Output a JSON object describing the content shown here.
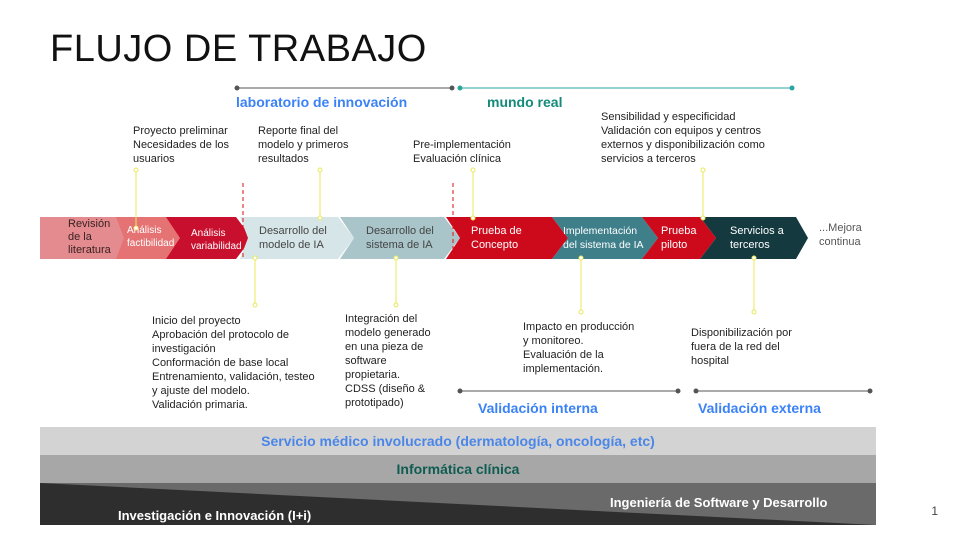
{
  "title": "FLUJO DE TRABAJO",
  "zones": {
    "lab": "laboratorio de innovación",
    "real": "mundo real"
  },
  "steps": [
    {
      "label": "Revisión\nde la\nliteratura",
      "color": "#e38b8f"
    },
    {
      "label": "Análisis\nfactibilidad",
      "color": "#e57373"
    },
    {
      "label": "Análisis\nvariabilidad",
      "color": "#c8102e"
    },
    {
      "label": "Desarrollo del\nmodelo de IA",
      "color": "#d6e6e8"
    },
    {
      "label": "Desarrollo del\nsistema de IA",
      "color": "#a9c5c9"
    },
    {
      "label": "Prueba de\nConcepto",
      "color": "#cc0a1c"
    },
    {
      "label": "Implementación\ndel sistema de IA",
      "color": "#3f7f8a"
    },
    {
      "label": "Prueba\npiloto",
      "color": "#cc0a1c"
    },
    {
      "label": "Servicios a\nterceros",
      "color": "#143a40"
    }
  ],
  "continue_label": "...Mejora\ncontinua",
  "notes_top": {
    "proyecto": "Proyecto preliminar\nNecesidades de los\nusuarios",
    "reporte": "Reporte final del\nmodelo y primeros\nresultados",
    "preimpl": "Pre-implementación\nEvaluación clínica",
    "sensibilidad": "Sensibilidad y especificidad\nValidación con equipos y centros\nexternos y disponibilización como\nservicios a terceros"
  },
  "notes_bottom": {
    "inicio": "Inicio del proyecto\nAprobación del protocolo de\ninvestigación\nConformación de base local\nEntrenamiento, validación, testeo\ny ajuste del modelo.\nValidación primaria.",
    "integracion": "Integración del\nmodelo generado\nen una pieza de\nsoftware\npropietaria.\nCDSS (diseño &\nprototipado)",
    "impacto": "Impacto en producción\ny monitoreo.\nEvaluación de la\nimplementación.",
    "disponibilizacion": "Disponibilización por\nfuera de la red del\nhospital"
  },
  "validation": {
    "interna": "Validación interna",
    "externa": "Validación externa"
  },
  "bands": {
    "servicio": "Servicio médico involucrado (dermatología, oncología, etc)",
    "informatica": "Informática clínica",
    "ingenieria": "Ingeniería de Software y Desarrollo",
    "investigacion": "Investigación e Innovación (I+i)"
  },
  "colors": {
    "lab_blue": "#3b82f6",
    "real_teal": "#138a7a",
    "marker_yellow": "#f0f060",
    "dash_red": "#d11"
  },
  "page_number": "1"
}
